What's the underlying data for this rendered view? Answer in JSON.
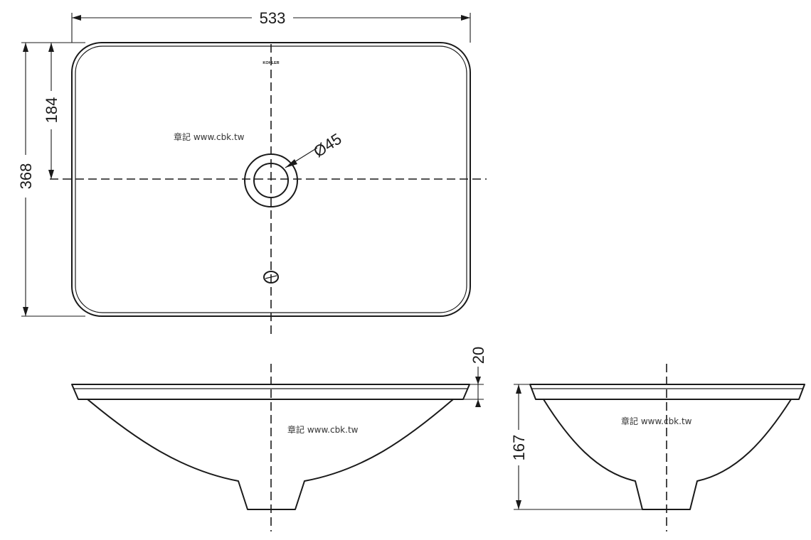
{
  "dimensions": {
    "width": "533",
    "height": "368",
    "half_height": "184",
    "drain_diameter": "Ø45",
    "rim_thickness": "20",
    "depth": "167"
  },
  "watermark": {
    "text": "章記 www.cbk.tw"
  },
  "brand": {
    "logo_text": "KOHLER"
  },
  "colors": {
    "line": "#1a1a1a",
    "background": "#ffffff"
  }
}
